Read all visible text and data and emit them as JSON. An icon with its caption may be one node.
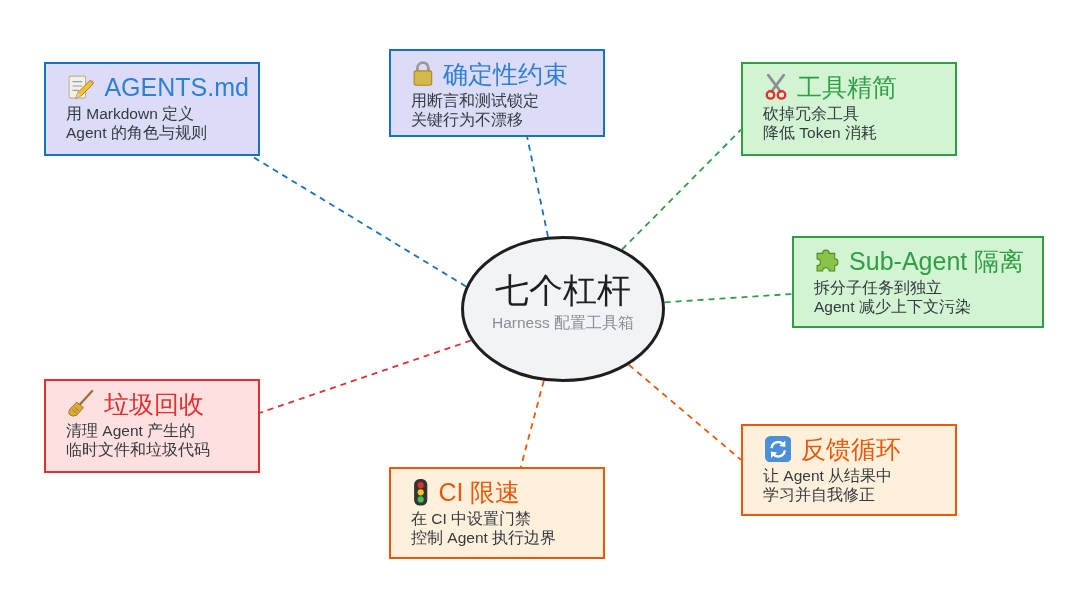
{
  "diagram": {
    "nodes": [
      {
        "text": [
          "七个杠杆",
          "Harness 配置工具箱"
        ]
      },
      {
        "text": [
          "AGENTS.md",
          "用 Markdown 定义 Agent 的角色与规则"
        ]
      },
      {
        "text": [
          "确定性约束",
          "用断言和测试锁定关键行为不漂移"
        ]
      },
      {
        "text": [
          "工具精简",
          "砍掉冗余工具降低 Token 消耗"
        ]
      },
      {
        "text": [
          "Sub-Agent 隔离",
          "拆分子任务到独立 Agent 减少上下文污染"
        ]
      },
      {
        "text": [
          "垃圾回收",
          "清理 Agent 产生的临时文件和垃圾代码"
        ]
      },
      {
        "text": [
          "CI 限速",
          "在 CI 中设置门禁控制 Agent 执行边界"
        ]
      },
      {
        "text": [
          "反馈循环",
          "让 Agent 从结果中学习并自我修正"
        ]
      }
    ],
    "edges": [
      {
        "from": 0,
        "to": 1,
        "arrow": "none",
        "style": "dashed",
        "color": "#1971c2"
      },
      {
        "from": 0,
        "to": 2,
        "arrow": "none",
        "style": "dashed",
        "color": "#1971c2"
      },
      {
        "from": 0,
        "to": 3,
        "arrow": "none",
        "style": "dashed",
        "color": "#2f9e44"
      },
      {
        "from": 0,
        "to": 4,
        "arrow": "none",
        "style": "dashed",
        "color": "#2f9e44"
      },
      {
        "from": 0,
        "to": 5,
        "arrow": "none",
        "style": "dashed",
        "color": "#e03131"
      },
      {
        "from": 0,
        "to": 6,
        "arrow": "none",
        "style": "dashed",
        "color": "#e8590c"
      },
      {
        "from": 0,
        "to": 7,
        "arrow": "none",
        "style": "dashed",
        "color": "#e8590c"
      }
    ]
  }
}
